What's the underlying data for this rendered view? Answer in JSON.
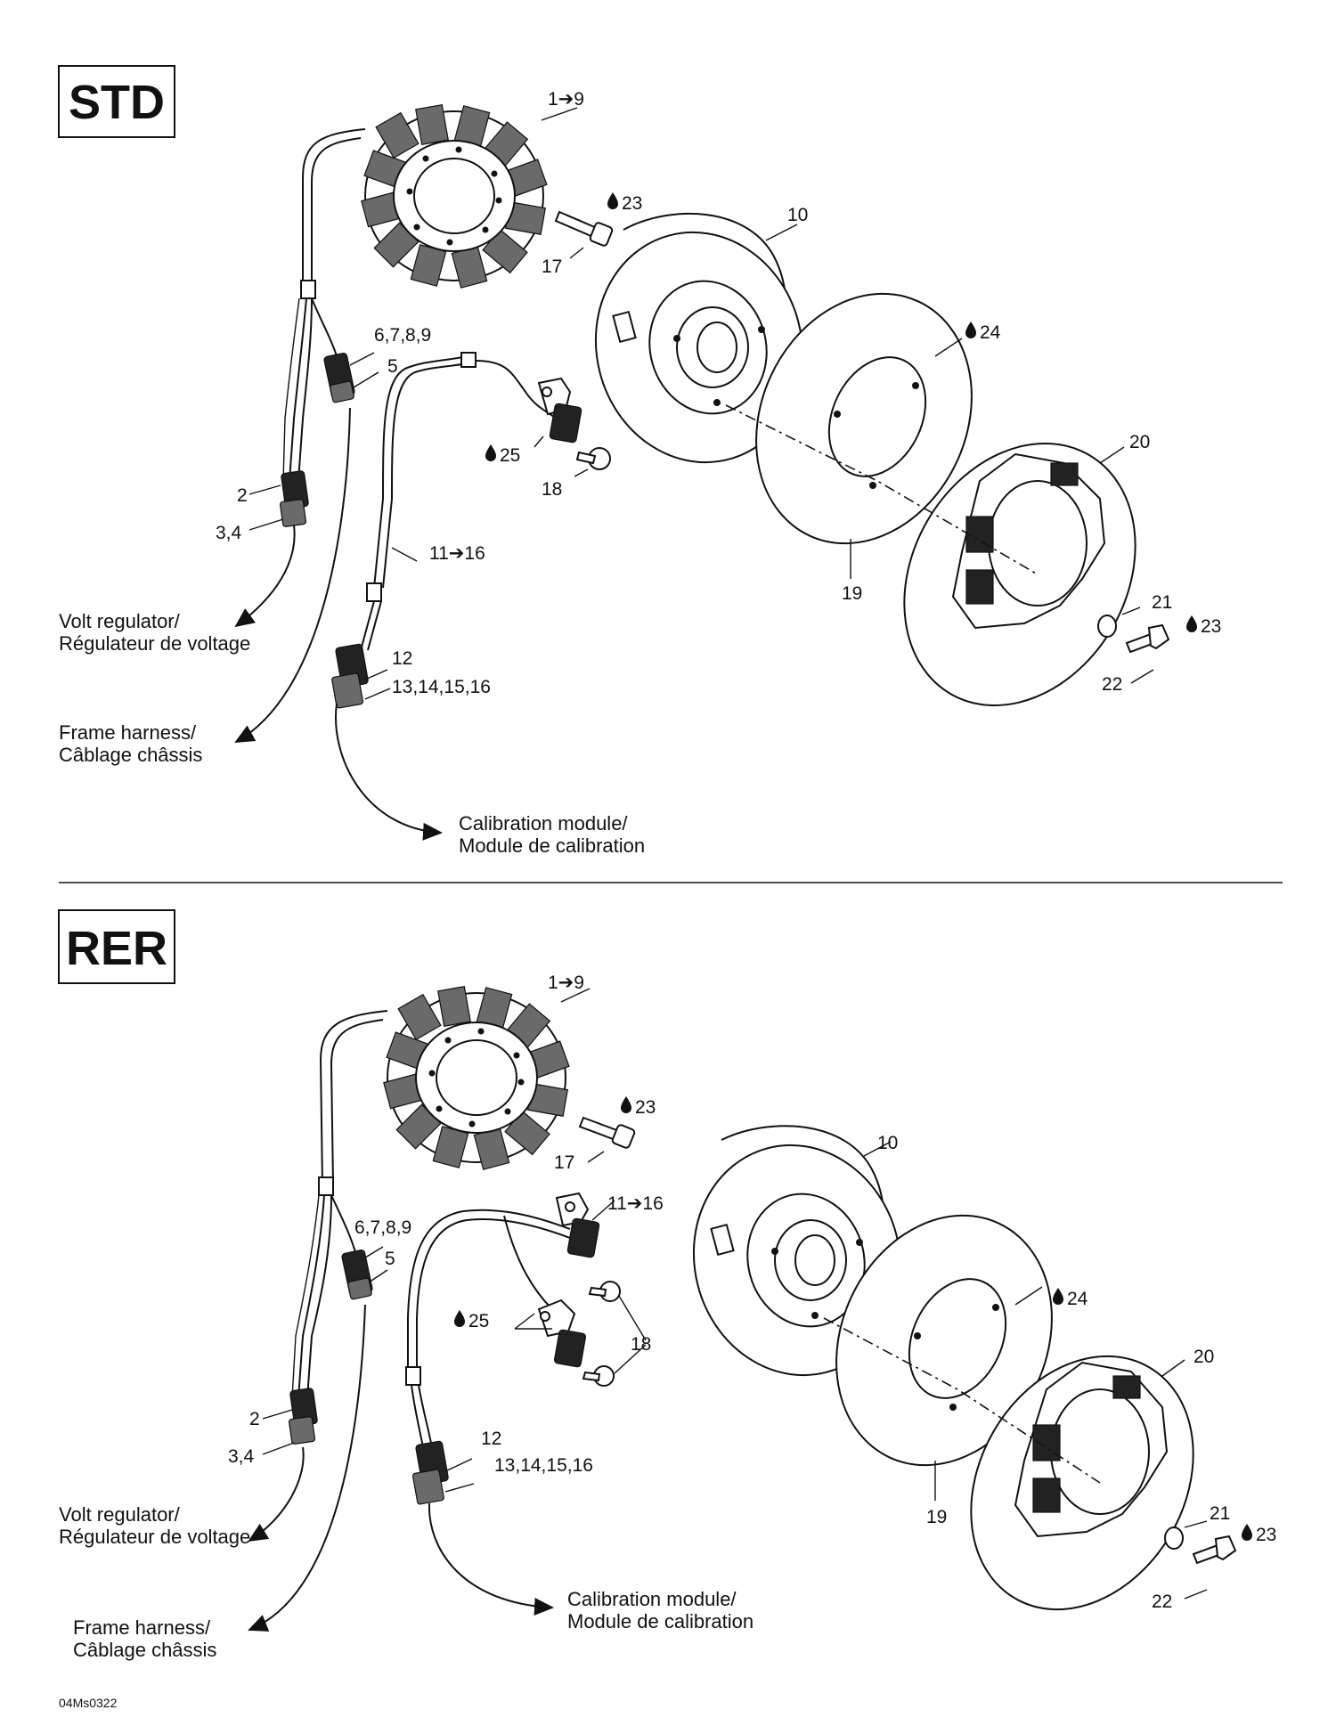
{
  "std": {
    "variant": "STD",
    "labels": {
      "l1_9": "1➔9",
      "l23a": "23",
      "l17": "17",
      "l10": "10",
      "l24": "24",
      "l6789": "6,7,8,9",
      "l5": "5",
      "l25": "25",
      "l18": "18",
      "l20": "20",
      "l2": "2",
      "l34": "3,4",
      "l11_16": "11➔16",
      "l19": "19",
      "l21": "21",
      "l23b": "23",
      "l22": "22",
      "l12": "12",
      "l13_16": "13,14,15,16"
    },
    "captions": {
      "volt_1": "Volt regulator/",
      "volt_2": "Régulateur de voltage",
      "frame_1": "Frame harness/",
      "frame_2": "Câblage châssis",
      "calib_1": "Calibration module/",
      "calib_2": "Module de calibration"
    }
  },
  "rer": {
    "variant": "RER",
    "labels": {
      "l1_9": "1➔9",
      "l23a": "23",
      "l17": "17",
      "l10": "10",
      "l11_16": "11➔16",
      "l6789": "6,7,8,9",
      "l5": "5",
      "l24": "24",
      "l25": "25",
      "l18": "18",
      "l20": "20",
      "l2": "2",
      "l34": "3,4",
      "l12": "12",
      "l13_16": "13,14,15,16",
      "l19": "19",
      "l21": "21",
      "l23b": "23",
      "l22": "22"
    },
    "captions": {
      "volt_1": "Volt regulator/",
      "volt_2": "Régulateur de voltage",
      "frame_1": "Frame harness/",
      "frame_2": "Câblage châssis",
      "calib_1": "Calibration module/",
      "calib_2": "Module de calibration"
    }
  },
  "figure_code": "04Ms0322",
  "icons": {
    "lubricant": "drop-icon",
    "range_arrow": "arrow-right-icon"
  }
}
